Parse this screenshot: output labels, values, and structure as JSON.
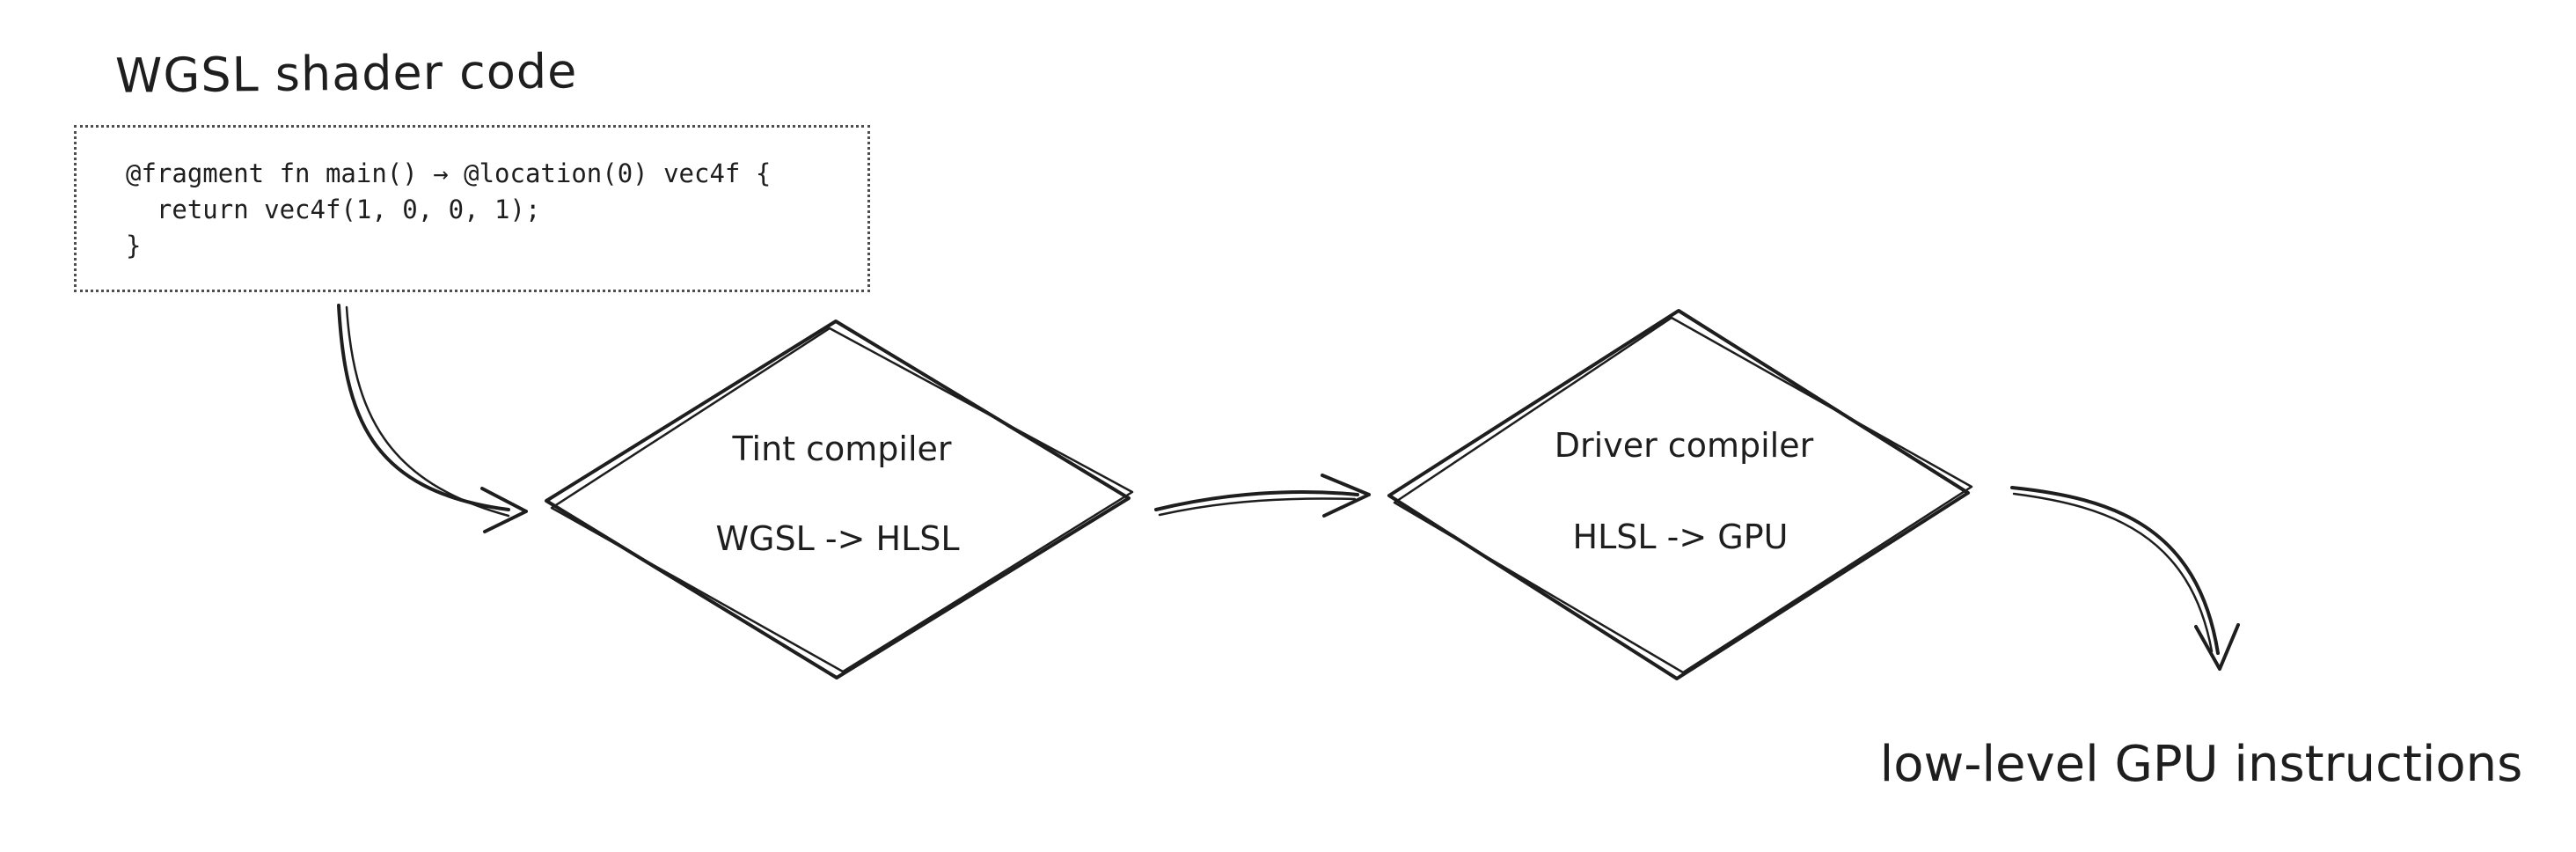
{
  "canvas": {
    "background": "#ffffff",
    "stroke_color": "#1e1e1e"
  },
  "source": {
    "label": "WGSL shader code"
  },
  "code_block": {
    "line1": "@fragment fn main() → @location(0) vec4f {",
    "line2": "  return vec4f(1, 0, 0, 1);",
    "line3": "}"
  },
  "nodes": {
    "tint": {
      "title": "Tint compiler",
      "subtitle": "WGSL -> HLSL"
    },
    "driver": {
      "title": "Driver compiler",
      "subtitle": "HLSL -> GPU"
    }
  },
  "output": {
    "label": "low-level GPU instructions"
  }
}
